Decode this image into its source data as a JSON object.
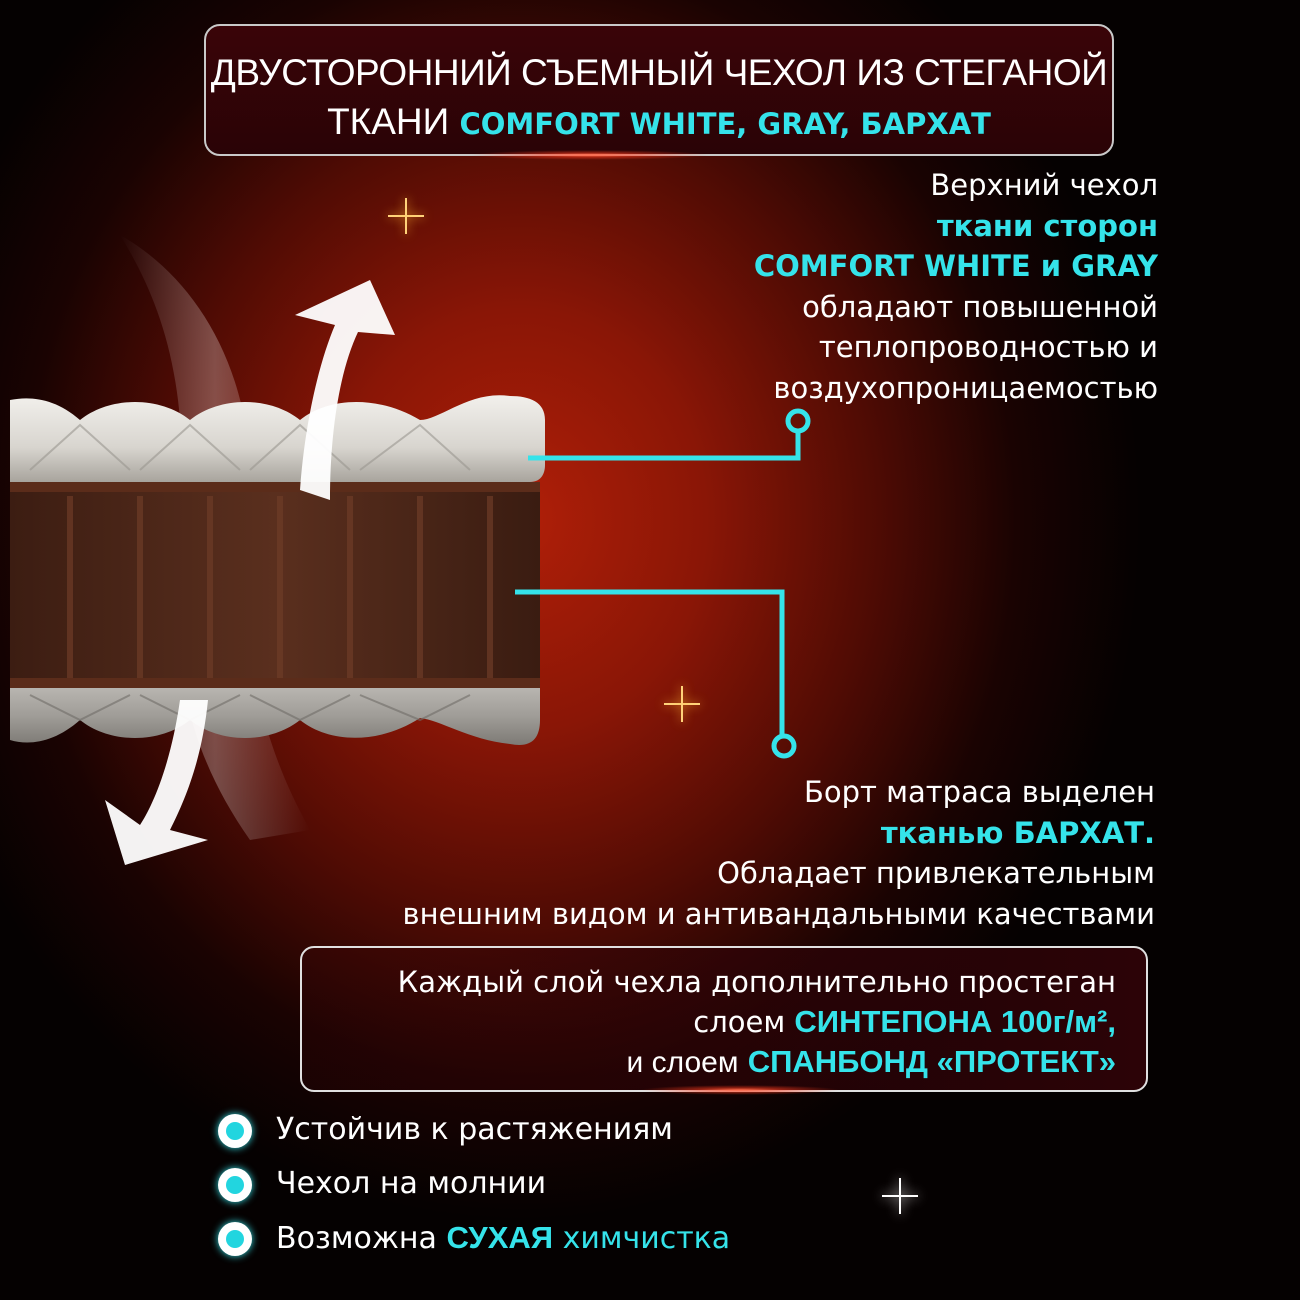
{
  "header": {
    "line1": "ДВУСТОРОННИЙ СЪЕМНЫЙ ЧЕХОЛ ИЗ СТЕГАНОЙ",
    "line2_prefix": "ТКАНИ",
    "line2_highlight": "COMFORT WHITE, GRAY, БАРХАТ"
  },
  "top_text": {
    "line1": "Верхний чехол",
    "line2": "ткани сторон",
    "line3": "COMFORT WHITE и GRAY",
    "line4": "обладают повышенной",
    "line5": "теплопроводностью и",
    "line6": "воздухопроницаемостью"
  },
  "mid_text": {
    "line1": "Борт матраса выделен",
    "line2": "тканью БАРХАТ.",
    "line3": "Обладает привлекательным",
    "line4": "внешним видом и антивандальными качествами"
  },
  "note": {
    "line1": "Каждый слой чехла дополнительно простеган",
    "line2_prefix": "слоем",
    "line2_highlight": "СИНТЕПОНА 100г/м²,",
    "line3_prefix": "и слоем",
    "line3_highlight": "СПАНБОНД «ПРОТЕКТ»"
  },
  "bullets": [
    {
      "text": "Устойчив к растяжениям"
    },
    {
      "text": "Чехол на молнии"
    },
    {
      "prefix": "Возможна",
      "highlight": "СУХАЯ",
      "suffix": "химчистка"
    }
  ],
  "colors": {
    "accent": "#35e3ea",
    "background": "#8a1606",
    "velvet": "#4a2618"
  },
  "icons": [
    "double-arrow-icon",
    "bullet-dot-icon",
    "sparkle-icon"
  ]
}
